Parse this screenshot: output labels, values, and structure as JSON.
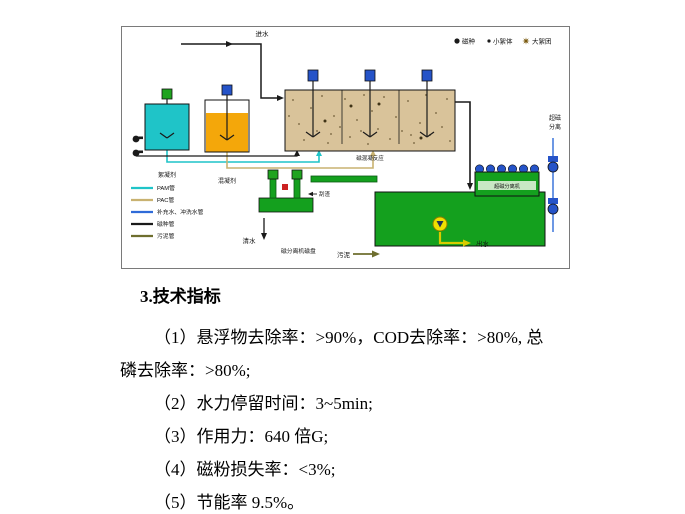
{
  "colors": {
    "pam_cyan": "#1fc4c8",
    "pac_orange": "#f4a70a",
    "pac_pipe_tan": "#c9b271",
    "water_blue": "#2f6bd8",
    "magnetite_black": "#1a1a1a",
    "sludge_olive": "#6e6e2e",
    "reaction_tank_tan": "#d9c39a",
    "equipment_green": "#14a01e",
    "motor_blue": "#2553c8",
    "motor_green": "#1fa31f",
    "outflow_yellow": "#f0e000"
  },
  "diagram": {
    "particle_legend": [
      {
        "label": "磁种"
      },
      {
        "label": "小絮体"
      },
      {
        "label": "大絮团"
      }
    ],
    "pipe_legend": [
      {
        "label": "PAM管",
        "color": "#1fc4c8"
      },
      {
        "label": "PAC管",
        "color": "#c9b271"
      },
      {
        "label": "补充水、冲洗水管",
        "color": "#2f6bd8"
      },
      {
        "label": "磁种管",
        "color": "#1a1a1a"
      },
      {
        "label": "污泥管",
        "color": "#6e6e2e"
      }
    ],
    "labels": {
      "inflow": "进水",
      "flocculant": "絮凝剂",
      "coagulant": "混凝剂",
      "reaction_tank": "磁混凝反应",
      "separator_stack_1": "超磁",
      "separator_stack_2": "分离",
      "separator_machine": "超磁分离机",
      "scraper": "刮渣",
      "clean_water": "清水",
      "separator_disc": "磁分离机磁盘",
      "sludge": "污泥",
      "outflow": "出水"
    }
  },
  "indicators": {
    "heading": "3.技术指标",
    "lines": [
      "（1）悬浮物去除率：>90%，COD去除率：>80%, 总",
      "磷去除率：>80%;",
      "（2）水力停留时间：3~5min;",
      "（3）作用力：640 倍G;",
      "（4）磁粉损失率：<3%;",
      "（5）节能率 9.5%。"
    ]
  }
}
